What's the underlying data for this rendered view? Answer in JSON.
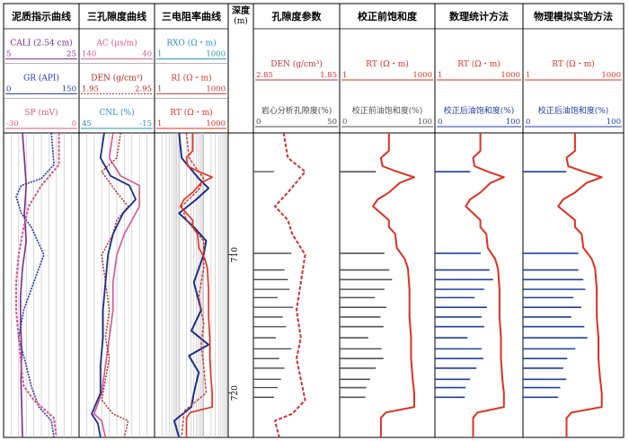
{
  "chart_data": {
    "type": "line",
    "depth_axis": {
      "label": "深度\n(m)",
      "ticks": [
        710,
        720
      ],
      "range": [
        701.2,
        723.2
      ]
    },
    "tracks": [
      {
        "title": "泥质指示曲线",
        "curves": [
          {
            "name": "CALI (2.54 cm)",
            "min": 5,
            "max": 25,
            "color": "#7b2a8e"
          },
          {
            "name": "GR (API)",
            "min": 0,
            "max": 150,
            "color": "#2233aa"
          },
          {
            "name": "SP (mV)",
            "min": -30,
            "max": 0,
            "color": "#d4578a"
          }
        ]
      },
      {
        "title": "三孔隙度曲线",
        "curves": [
          {
            "name": "AC (μs/m)",
            "min": 140,
            "max": 40,
            "color": "#d4578a"
          },
          {
            "name": "DEN (g/cm³)",
            "min": 1.95,
            "max": 2.95,
            "color": "#b22222"
          },
          {
            "name": "CNL (%)",
            "min": 45,
            "max": -15,
            "color": "#2a8fbd"
          }
        ]
      },
      {
        "title": "三电阻率曲线",
        "curves": [
          {
            "name": "RXO (Ω・m)",
            "min": 1,
            "max": 1000,
            "color": "#2a8fbd"
          },
          {
            "name": "RI (Ω・m)",
            "min": 1,
            "max": 1000,
            "color": "#cc3333"
          },
          {
            "name": "RT (Ω・m)",
            "min": 1,
            "max": 1000,
            "color": "#e03020"
          }
        ]
      },
      {
        "title": "孔隙度参数",
        "curves": [
          {
            "name": "DEN (g/cm³)",
            "min": 2.85,
            "max": 1.85,
            "color": "#cc3333"
          },
          {
            "name": "岩心分析孔隙度(%)",
            "min": 0,
            "max": 50,
            "color": "#444444"
          }
        ]
      },
      {
        "title": "校正前饱和度",
        "curves": [
          {
            "name": "RT (Ω・m)",
            "min": 1,
            "max": 1000,
            "color": "#e03020"
          },
          {
            "name": "校正前油饱和度(%)",
            "min": 0,
            "max": 100,
            "color": "#555555"
          }
        ]
      },
      {
        "title": "数理统计方法",
        "curves": [
          {
            "name": "RT (Ω・m)",
            "min": 1,
            "max": 1000,
            "color": "#e03020"
          },
          {
            "name": "校正后油饱和度(%)",
            "min": 0,
            "max": 100,
            "color": "#1f3fa0"
          }
        ]
      },
      {
        "title": "物理模拟实验方法",
        "curves": [
          {
            "name": "RT (Ω・m)",
            "min": 1,
            "max": 1000,
            "color": "#e03020"
          },
          {
            "name": "校正后油饱和度(%)",
            "min": 0,
            "max": 100,
            "color": "#1f3fa0"
          }
        ]
      }
    ],
    "rt_profile_log10": [
      [
        701.2,
        1.55
      ],
      [
        702.5,
        1.55
      ],
      [
        703.0,
        1.3
      ],
      [
        703.6,
        1.35
      ],
      [
        704.0,
        1.8
      ],
      [
        704.4,
        2.35
      ],
      [
        704.8,
        1.9
      ],
      [
        705.5,
        1.55
      ],
      [
        706.0,
        1.2
      ],
      [
        706.5,
        1.05
      ],
      [
        707.0,
        1.3
      ],
      [
        707.5,
        1.55
      ],
      [
        708.0,
        1.55
      ],
      [
        708.5,
        1.75
      ],
      [
        709.5,
        1.8
      ],
      [
        710.3,
        2.05
      ],
      [
        711.0,
        2.15
      ],
      [
        712.5,
        2.2
      ],
      [
        714.5,
        2.2
      ],
      [
        716.0,
        2.25
      ],
      [
        717.5,
        2.25
      ],
      [
        719.0,
        2.3
      ],
      [
        720.0,
        2.35
      ],
      [
        721.0,
        2.35
      ],
      [
        721.4,
        1.45
      ],
      [
        721.8,
        1.3
      ],
      [
        723.2,
        1.3
      ]
    ],
    "den_profile": [
      [
        701.2,
        2.5
      ],
      [
        703.0,
        2.45
      ],
      [
        704.0,
        2.25
      ],
      [
        705.5,
        2.45
      ],
      [
        706.5,
        2.6
      ],
      [
        707.5,
        2.45
      ],
      [
        708.5,
        2.4
      ],
      [
        710.0,
        2.25
      ],
      [
        712.0,
        2.3
      ],
      [
        714.0,
        2.35
      ],
      [
        716.0,
        2.3
      ],
      [
        717.5,
        2.35
      ],
      [
        719.0,
        2.3
      ],
      [
        720.5,
        2.25
      ],
      [
        721.5,
        2.4
      ],
      [
        722.0,
        2.6
      ],
      [
        723.2,
        2.55
      ]
    ],
    "core_porosity_pct": [
      [
        704.0,
        12
      ],
      [
        709.9,
        22
      ],
      [
        711.1,
        18
      ],
      [
        711.8,
        20
      ],
      [
        712.5,
        21
      ],
      [
        713.1,
        14
      ],
      [
        713.8,
        23
      ],
      [
        714.5,
        17
      ],
      [
        715.2,
        19
      ],
      [
        716.0,
        13
      ],
      [
        716.8,
        22
      ],
      [
        717.5,
        15
      ],
      [
        718.2,
        18
      ],
      [
        719.0,
        16
      ],
      [
        719.6,
        14
      ],
      [
        720.3,
        12
      ]
    ],
    "so_before_pct": [
      [
        704.0,
        38
      ],
      [
        709.9,
        47
      ],
      [
        711.1,
        52
      ],
      [
        711.8,
        55
      ],
      [
        712.5,
        47
      ],
      [
        713.1,
        37
      ],
      [
        713.8,
        49
      ],
      [
        714.5,
        43
      ],
      [
        715.2,
        46
      ],
      [
        716.0,
        30
      ],
      [
        716.8,
        44
      ],
      [
        717.5,
        46
      ],
      [
        718.2,
        38
      ],
      [
        719.0,
        32
      ],
      [
        719.6,
        28
      ],
      [
        720.3,
        27
      ]
    ],
    "so_stat_pct": [
      [
        704.0,
        40
      ],
      [
        709.9,
        52
      ],
      [
        711.1,
        62
      ],
      [
        711.8,
        66
      ],
      [
        712.5,
        56
      ],
      [
        713.1,
        45
      ],
      [
        713.8,
        59
      ],
      [
        714.5,
        53
      ],
      [
        715.2,
        56
      ],
      [
        716.0,
        37
      ],
      [
        716.8,
        53
      ],
      [
        717.5,
        55
      ],
      [
        718.2,
        47
      ],
      [
        719.0,
        40
      ],
      [
        719.6,
        35
      ],
      [
        720.3,
        34
      ]
    ],
    "so_phys_pct": [
      [
        704.0,
        43
      ],
      [
        709.9,
        55
      ],
      [
        711.1,
        55
      ],
      [
        711.8,
        60
      ],
      [
        712.5,
        62
      ],
      [
        713.1,
        50
      ],
      [
        713.8,
        58
      ],
      [
        714.5,
        48
      ],
      [
        715.2,
        61
      ],
      [
        716.0,
        64
      ],
      [
        716.8,
        52
      ],
      [
        717.5,
        44
      ],
      [
        718.2,
        40
      ],
      [
        719.0,
        43
      ],
      [
        719.6,
        37
      ],
      [
        720.3,
        35
      ]
    ],
    "cali_profile": [
      [
        701.2,
        10
      ],
      [
        703.0,
        10.5
      ],
      [
        705.0,
        11
      ],
      [
        707.0,
        10.5
      ],
      [
        709.0,
        11
      ],
      [
        711.0,
        10
      ],
      [
        713.0,
        9.5
      ],
      [
        715.0,
        9.5
      ],
      [
        717.0,
        9.8
      ],
      [
        719.0,
        9.6
      ],
      [
        721.0,
        9.8
      ],
      [
        723.2,
        10
      ]
    ],
    "gr_profile": [
      [
        701.2,
        95
      ],
      [
        703.5,
        100
      ],
      [
        704.5,
        75
      ],
      [
        705.0,
        35
      ],
      [
        705.8,
        25
      ],
      [
        707.0,
        35
      ],
      [
        708.0,
        55
      ],
      [
        710.0,
        80
      ],
      [
        712.0,
        60
      ],
      [
        714.0,
        40
      ],
      [
        716.0,
        30
      ],
      [
        718.0,
        45
      ],
      [
        719.5,
        55
      ],
      [
        721.0,
        70
      ],
      [
        722.0,
        95
      ],
      [
        723.2,
        100
      ]
    ],
    "sp_profile": [
      [
        701.2,
        -8
      ],
      [
        703.5,
        -8
      ],
      [
        705.0,
        -15
      ],
      [
        706.5,
        -20
      ],
      [
        708.0,
        -22
      ],
      [
        710.0,
        -24
      ],
      [
        712.0,
        -25
      ],
      [
        714.0,
        -25
      ],
      [
        716.0,
        -24
      ],
      [
        718.0,
        -23
      ],
      [
        719.5,
        -22
      ],
      [
        720.5,
        -18
      ],
      [
        721.8,
        -10
      ],
      [
        723.2,
        -9
      ]
    ],
    "ac_profile": [
      [
        701.2,
        95
      ],
      [
        703.0,
        100
      ],
      [
        704.3,
        85
      ],
      [
        705.0,
        60
      ],
      [
        706.5,
        60
      ],
      [
        707.5,
        70
      ],
      [
        708.5,
        80
      ],
      [
        710.0,
        90
      ],
      [
        712.0,
        95
      ],
      [
        714.0,
        95
      ],
      [
        716.0,
        100
      ],
      [
        718.0,
        105
      ],
      [
        720.0,
        110
      ],
      [
        721.5,
        120
      ],
      [
        722.0,
        110
      ],
      [
        723.2,
        105
      ]
    ],
    "cnl_profile": [
      [
        701.2,
        25
      ],
      [
        703.0,
        28
      ],
      [
        704.3,
        20
      ],
      [
        705.0,
        5
      ],
      [
        706.0,
        0
      ],
      [
        707.0,
        10
      ],
      [
        708.5,
        18
      ],
      [
        710.0,
        22
      ],
      [
        712.0,
        24
      ],
      [
        714.0,
        26
      ],
      [
        716.0,
        26
      ],
      [
        718.0,
        28
      ],
      [
        720.0,
        28
      ],
      [
        721.5,
        35
      ],
      [
        722.2,
        30
      ],
      [
        723.2,
        28
      ]
    ],
    "rxo_profile": [
      [
        701.2,
        1.0
      ],
      [
        703.0,
        1.1
      ],
      [
        704.5,
        1.8
      ],
      [
        705.2,
        2.2
      ],
      [
        706.0,
        1.7
      ],
      [
        707.0,
        1.0
      ],
      [
        708.0,
        1.6
      ],
      [
        709.0,
        2.1
      ],
      [
        710.0,
        2.0
      ],
      [
        712.0,
        1.6
      ],
      [
        714.0,
        1.9
      ],
      [
        715.5,
        1.5
      ],
      [
        716.5,
        2.2
      ],
      [
        717.3,
        1.4
      ],
      [
        718.5,
        1.8
      ],
      [
        720.0,
        1.6
      ],
      [
        721.0,
        1.5
      ],
      [
        722.0,
        0.8
      ],
      [
        723.2,
        1.0
      ]
    ],
    "ri_profile": [
      [
        701.2,
        1.3
      ],
      [
        703.0,
        1.4
      ],
      [
        704.5,
        2.0
      ],
      [
        705.3,
        1.8
      ],
      [
        706.5,
        1.1
      ],
      [
        707.5,
        1.3
      ],
      [
        709.0,
        2.0
      ],
      [
        711.0,
        2.0
      ],
      [
        713.0,
        1.8
      ],
      [
        715.0,
        2.0
      ],
      [
        716.5,
        1.9
      ],
      [
        718.0,
        2.0
      ],
      [
        720.0,
        2.1
      ],
      [
        721.3,
        1.2
      ],
      [
        723.2,
        1.1
      ]
    ]
  }
}
